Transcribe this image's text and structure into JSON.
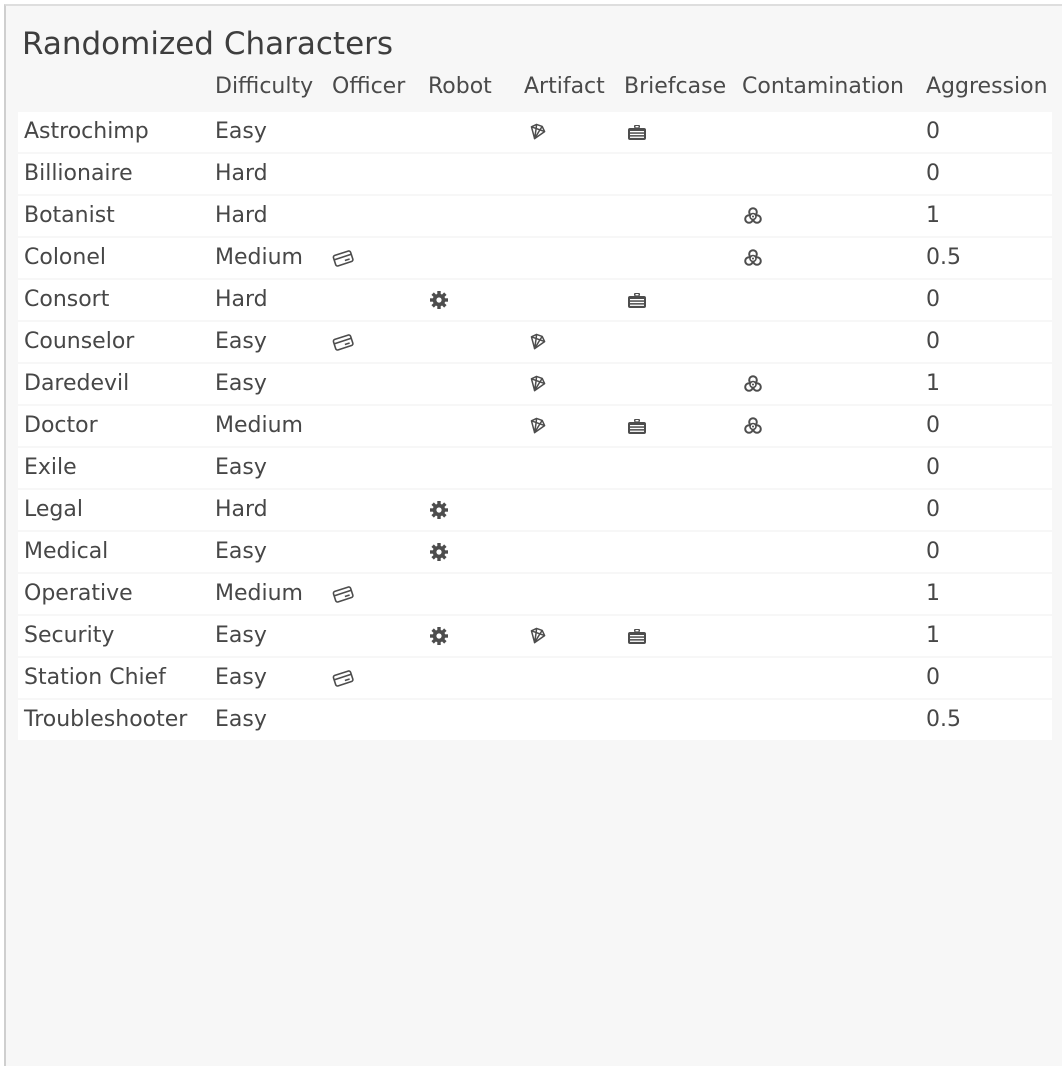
{
  "title": "Randomized Characters",
  "columns": [
    "Difficulty",
    "Officer",
    "Robot",
    "Artifact",
    "Briefcase",
    "Contamination",
    "Aggression"
  ],
  "icons": {
    "officer": "id-card-icon",
    "robot": "gear-icon",
    "artifact": "diamond-icon",
    "briefcase": "briefcase-icon",
    "contamination": "biohazard-icon"
  },
  "rows": [
    {
      "name": "Astrochimp",
      "difficulty": "Easy",
      "officer": false,
      "robot": false,
      "artifact": true,
      "briefcase": true,
      "contamination": false,
      "aggression": "0"
    },
    {
      "name": "Billionaire",
      "difficulty": "Hard",
      "officer": false,
      "robot": false,
      "artifact": false,
      "briefcase": false,
      "contamination": false,
      "aggression": "0"
    },
    {
      "name": "Botanist",
      "difficulty": "Hard",
      "officer": false,
      "robot": false,
      "artifact": false,
      "briefcase": false,
      "contamination": true,
      "aggression": "1"
    },
    {
      "name": "Colonel",
      "difficulty": "Medium",
      "officer": true,
      "robot": false,
      "artifact": false,
      "briefcase": false,
      "contamination": true,
      "aggression": "0.5"
    },
    {
      "name": "Consort",
      "difficulty": "Hard",
      "officer": false,
      "robot": true,
      "artifact": false,
      "briefcase": true,
      "contamination": false,
      "aggression": "0"
    },
    {
      "name": "Counselor",
      "difficulty": "Easy",
      "officer": true,
      "robot": false,
      "artifact": true,
      "briefcase": false,
      "contamination": false,
      "aggression": "0"
    },
    {
      "name": "Daredevil",
      "difficulty": "Easy",
      "officer": false,
      "robot": false,
      "artifact": true,
      "briefcase": false,
      "contamination": true,
      "aggression": "1"
    },
    {
      "name": "Doctor",
      "difficulty": "Medium",
      "officer": false,
      "robot": false,
      "artifact": true,
      "briefcase": true,
      "contamination": true,
      "aggression": "0"
    },
    {
      "name": "Exile",
      "difficulty": "Easy",
      "officer": false,
      "robot": false,
      "artifact": false,
      "briefcase": false,
      "contamination": false,
      "aggression": "0"
    },
    {
      "name": "Legal",
      "difficulty": "Hard",
      "officer": false,
      "robot": true,
      "artifact": false,
      "briefcase": false,
      "contamination": false,
      "aggression": "0"
    },
    {
      "name": "Medical",
      "difficulty": "Easy",
      "officer": false,
      "robot": true,
      "artifact": false,
      "briefcase": false,
      "contamination": false,
      "aggression": "0"
    },
    {
      "name": "Operative",
      "difficulty": "Medium",
      "officer": true,
      "robot": false,
      "artifact": false,
      "briefcase": false,
      "contamination": false,
      "aggression": "1"
    },
    {
      "name": "Security",
      "difficulty": "Easy",
      "officer": false,
      "robot": true,
      "artifact": true,
      "briefcase": true,
      "contamination": false,
      "aggression": "1"
    },
    {
      "name": "Station Chief",
      "difficulty": "Easy",
      "officer": true,
      "robot": false,
      "artifact": false,
      "briefcase": false,
      "contamination": false,
      "aggression": "0"
    },
    {
      "name": "Troubleshooter",
      "difficulty": "Easy",
      "officer": false,
      "robot": false,
      "artifact": false,
      "briefcase": false,
      "contamination": false,
      "aggression": "0.5"
    }
  ]
}
